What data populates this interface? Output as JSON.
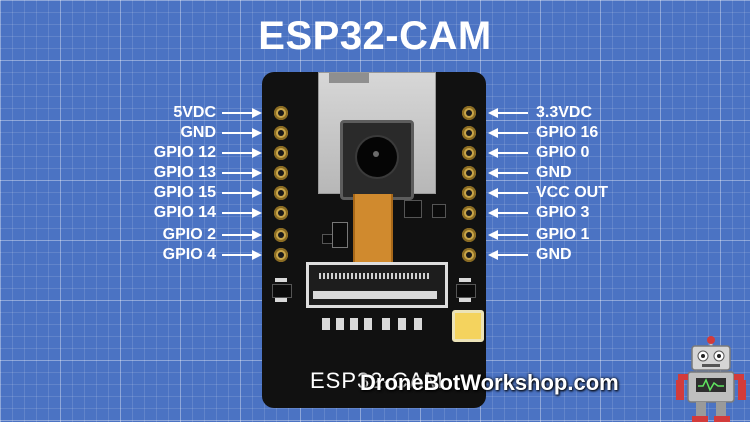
{
  "title": "ESP32-CAM",
  "left_pins": [
    "5VDC",
    "GND",
    "GPIO 12",
    "GPIO 13",
    "GPIO 15",
    "GPIO 14",
    "GPIO 2",
    "GPIO 4"
  ],
  "right_pins": [
    "3.3VDC",
    "GPIO 16",
    "GPIO 0",
    "GND",
    "VCC OUT",
    "GPIO 3",
    "GPIO 1",
    "GND"
  ],
  "board_label": "ESP32-CAM",
  "watermark": "DroneBotWorkshop.com",
  "colors": {
    "background": "#4b73c3",
    "board": "#111111",
    "text": "#ffffff",
    "ribbon": "#d08a2e",
    "led": "#f4d35e",
    "pad": "#c9a64a"
  },
  "icons": [
    "robot-mascot-icon"
  ]
}
